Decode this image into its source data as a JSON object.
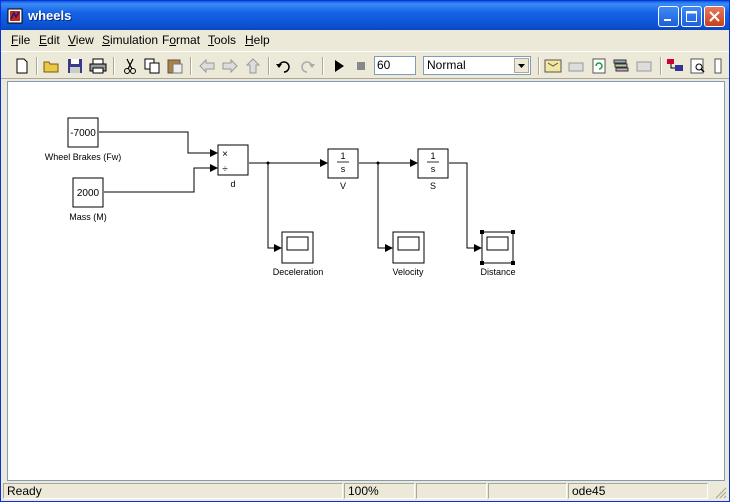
{
  "window": {
    "title": "wheels"
  },
  "menu": [
    {
      "label": "File",
      "key": "F",
      "rest": "ile"
    },
    {
      "label": "Edit",
      "key": "E",
      "rest": "dit"
    },
    {
      "label": "View",
      "key": "V",
      "rest": "iew"
    },
    {
      "label": "Simulation",
      "key": "S",
      "rest": "imulation"
    },
    {
      "label": "Format",
      "key": "o",
      "pre": "F",
      "rest": "rmat"
    },
    {
      "label": "Tools",
      "key": "T",
      "rest": "ools"
    },
    {
      "label": "Help",
      "key": "H",
      "rest": "elp"
    }
  ],
  "toolbar": {
    "stop_time": "60",
    "sim_mode": "Normal"
  },
  "blocks": {
    "wheel_brakes": {
      "value": "-7000",
      "label": "Wheel Brakes (Fw)"
    },
    "mass": {
      "value": "2000",
      "label": "Mass (M)"
    },
    "divide": {
      "label": "d",
      "op1": "×",
      "op2": "÷"
    },
    "integrator_v": {
      "num": "1",
      "den": "s",
      "label": "V"
    },
    "integrator_s": {
      "num": "1",
      "den": "s",
      "label": "S"
    },
    "scope_decel": {
      "label": "Deceleration"
    },
    "scope_vel": {
      "label": "Velocity"
    },
    "scope_dist": {
      "label": "Distance"
    }
  },
  "status": {
    "state": "Ready",
    "zoom": "100%",
    "solver": "ode45"
  }
}
